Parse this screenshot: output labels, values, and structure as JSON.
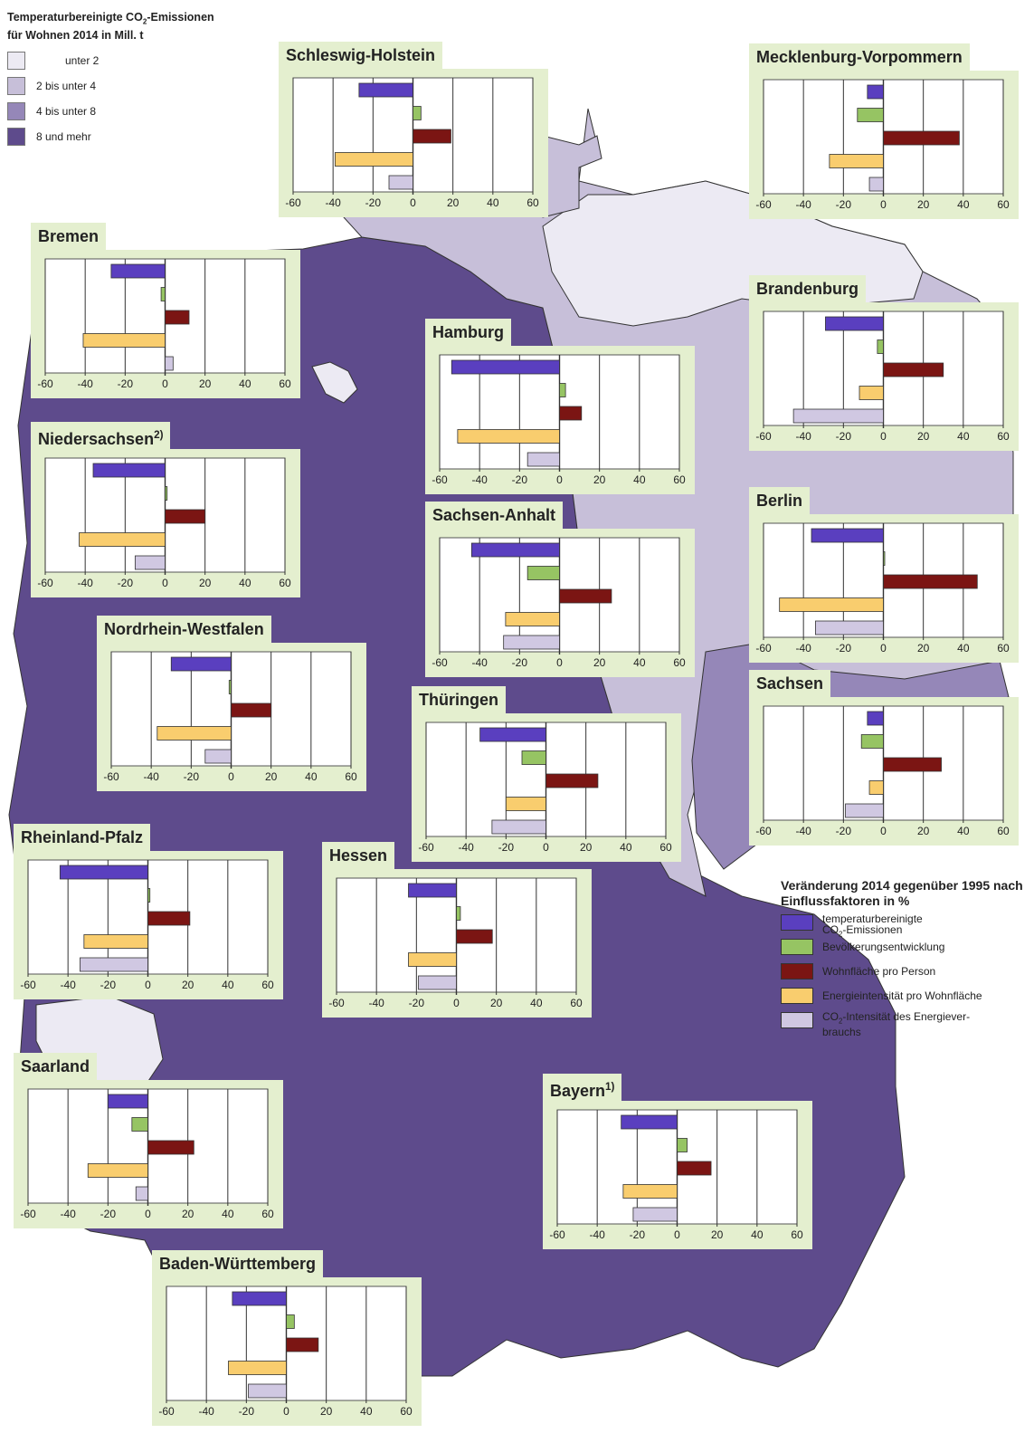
{
  "legend_emissions": {
    "title_line1": "Temperaturbereinigte CO",
    "title_sub": "2",
    "title_line1_end": "-Emissionen",
    "title_line2": "für Wohnen 2014 in Mill. t",
    "classes": [
      {
        "label": "unter 2",
        "color": "#eceaf3"
      },
      {
        "label": "2 bis unter 4",
        "color": "#c7bfd9"
      },
      {
        "label": "4 bis unter 8",
        "color": "#9587b8"
      },
      {
        "label": "8 und mehr",
        "color": "#5e4b8c"
      }
    ]
  },
  "legend_factors": {
    "title": "Veränderung 2014 gegenüber 1995 nach Einflussfaktoren in %",
    "items": [
      {
        "label": "temperaturbereinigte",
        "label2": "CO",
        "sub": "2",
        "label2_end": "-Emissionen",
        "color": "#5a3fbf"
      },
      {
        "label": "Bevölkerungsentwicklung",
        "color": "#96c463"
      },
      {
        "label": "Wohnfläche pro Person",
        "color": "#7b1513"
      },
      {
        "label": "Energieintensität pro Wohnfläche",
        "color": "#f9cd6e"
      },
      {
        "label": "CO",
        "sub": "2",
        "label_end": "-Intensität des Energiever-",
        "label2": "brauchs",
        "color": "#d0c8e2"
      }
    ]
  },
  "chart_data": [
    {
      "type": "bar",
      "title": "Schleswig-Holstein",
      "xlim": [
        -60,
        60
      ],
      "ticks": [
        "-60",
        "-40",
        "-20",
        "0",
        "20",
        "40",
        "60"
      ],
      "series": [
        {
          "name": "temperaturbereinigte CO2-Emissionen",
          "value": -27
        },
        {
          "name": "Bevölkerungsentwicklung",
          "value": 4
        },
        {
          "name": "Wohnfläche pro Person",
          "value": 19
        },
        {
          "name": "Energieintensität pro Wohnfläche",
          "value": -39
        },
        {
          "name": "CO2-Intensität des Energieverbrauchs",
          "value": -12
        }
      ]
    },
    {
      "type": "bar",
      "title": "Mecklenburg-Vorpommern",
      "xlim": [
        -60,
        60
      ],
      "ticks": [
        "-60",
        "-40",
        "-20",
        "0",
        "20",
        "40",
        "60"
      ],
      "series": [
        {
          "name": "temperaturbereinigte CO2-Emissionen",
          "value": -8
        },
        {
          "name": "Bevölkerungsentwicklung",
          "value": -13
        },
        {
          "name": "Wohnfläche pro Person",
          "value": 38
        },
        {
          "name": "Energieintensität pro Wohnfläche",
          "value": -27
        },
        {
          "name": "CO2-Intensität des Energieverbrauchs",
          "value": -7
        }
      ]
    },
    {
      "type": "bar",
      "title": "Bremen",
      "xlim": [
        -60,
        60
      ],
      "ticks": [
        "-60",
        "-40",
        "-20",
        "0",
        "20",
        "40",
        "60"
      ],
      "series": [
        {
          "name": "temperaturbereinigte CO2-Emissionen",
          "value": -27
        },
        {
          "name": "Bevölkerungsentwicklung",
          "value": -2
        },
        {
          "name": "Wohnfläche pro Person",
          "value": 12
        },
        {
          "name": "Energieintensität pro Wohnfläche",
          "value": -41
        },
        {
          "name": "CO2-Intensität des Energieverbrauchs",
          "value": 4
        }
      ]
    },
    {
      "type": "bar",
      "title": "Brandenburg",
      "xlim": [
        -60,
        60
      ],
      "ticks": [
        "-60",
        "-40",
        "-20",
        "0",
        "20",
        "40",
        "60"
      ],
      "series": [
        {
          "name": "temperaturbereinigte CO2-Emissionen",
          "value": -29
        },
        {
          "name": "Bevölkerungsentwicklung",
          "value": -3
        },
        {
          "name": "Wohnfläche pro Person",
          "value": 30
        },
        {
          "name": "Energieintensität pro Wohnfläche",
          "value": -12
        },
        {
          "name": "CO2-Intensität des Energieverbrauchs",
          "value": -45
        }
      ]
    },
    {
      "type": "bar",
      "title": "Hamburg",
      "xlim": [
        -60,
        60
      ],
      "ticks": [
        "-60",
        "-40",
        "-20",
        "0",
        "20",
        "40",
        "60"
      ],
      "series": [
        {
          "name": "temperaturbereinigte CO2-Emissionen",
          "value": -54
        },
        {
          "name": "Bevölkerungsentwicklung",
          "value": 3
        },
        {
          "name": "Wohnfläche pro Person",
          "value": 11
        },
        {
          "name": "Energieintensität pro Wohnfläche",
          "value": -51
        },
        {
          "name": "CO2-Intensität des Energieverbrauchs",
          "value": -16
        }
      ]
    },
    {
      "type": "bar",
      "title": "Niedersachsen",
      "title_sup": "2)",
      "xlim": [
        -60,
        60
      ],
      "ticks": [
        "-60",
        "-40",
        "-20",
        "0",
        "20",
        "40",
        "60"
      ],
      "series": [
        {
          "name": "temperaturbereinigte CO2-Emissionen",
          "value": -36
        },
        {
          "name": "Bevölkerungsentwicklung",
          "value": 1
        },
        {
          "name": "Wohnfläche pro Person",
          "value": 20
        },
        {
          "name": "Energieintensität pro Wohnfläche",
          "value": -43
        },
        {
          "name": "CO2-Intensität des Energieverbrauchs",
          "value": -15
        }
      ]
    },
    {
      "type": "bar",
      "title": "Sachsen-Anhalt",
      "xlim": [
        -60,
        60
      ],
      "ticks": [
        "-60",
        "-40",
        "-20",
        "0",
        "20",
        "40",
        "60"
      ],
      "series": [
        {
          "name": "temperaturbereinigte CO2-Emissionen",
          "value": -44
        },
        {
          "name": "Bevölkerungsentwicklung",
          "value": -16
        },
        {
          "name": "Wohnfläche pro Person",
          "value": 26
        },
        {
          "name": "Energieintensität pro Wohnfläche",
          "value": -27
        },
        {
          "name": "CO2-Intensität des Energieverbrauchs",
          "value": -28
        }
      ]
    },
    {
      "type": "bar",
      "title": "Berlin",
      "xlim": [
        -60,
        60
      ],
      "ticks": [
        "-60",
        "-40",
        "-20",
        "0",
        "20",
        "40",
        "60"
      ],
      "series": [
        {
          "name": "temperaturbereinigte CO2-Emissionen",
          "value": -36
        },
        {
          "name": "Bevölkerungsentwicklung",
          "value": 0
        },
        {
          "name": "Wohnfläche pro Person",
          "value": 47
        },
        {
          "name": "Energieintensität pro Wohnfläche",
          "value": -52
        },
        {
          "name": "CO2-Intensität des Energieverbrauchs",
          "value": -34
        }
      ]
    },
    {
      "type": "bar",
      "title": "Nordrhein-Westfalen",
      "xlim": [
        -60,
        60
      ],
      "ticks": [
        "-60",
        "-40",
        "-20",
        "0",
        "20",
        "40",
        "60"
      ],
      "series": [
        {
          "name": "temperaturbereinigte CO2-Emissionen",
          "value": -30
        },
        {
          "name": "Bevölkerungsentwicklung",
          "value": -1
        },
        {
          "name": "Wohnfläche pro Person",
          "value": 20
        },
        {
          "name": "Energieintensität pro Wohnfläche",
          "value": -37
        },
        {
          "name": "CO2-Intensität des Energieverbrauchs",
          "value": -13
        }
      ]
    },
    {
      "type": "bar",
      "title": "Thüringen",
      "xlim": [
        -60,
        60
      ],
      "ticks": [
        "-60",
        "-40",
        "-20",
        "0",
        "20",
        "40",
        "60"
      ],
      "series": [
        {
          "name": "temperaturbereinigte CO2-Emissionen",
          "value": -33
        },
        {
          "name": "Bevölkerungsentwicklung",
          "value": -12
        },
        {
          "name": "Wohnfläche pro Person",
          "value": 26
        },
        {
          "name": "Energieintensität pro Wohnfläche",
          "value": -20
        },
        {
          "name": "CO2-Intensität des Energieverbrauchs",
          "value": -27
        }
      ]
    },
    {
      "type": "bar",
      "title": "Sachsen",
      "xlim": [
        -60,
        60
      ],
      "ticks": [
        "-60",
        "-40",
        "-20",
        "0",
        "20",
        "40",
        "60"
      ],
      "series": [
        {
          "name": "temperaturbereinigte CO2-Emissionen",
          "value": -8
        },
        {
          "name": "Bevölkerungsentwicklung",
          "value": -11
        },
        {
          "name": "Wohnfläche pro Person",
          "value": 29
        },
        {
          "name": "Energieintensität pro Wohnfläche",
          "value": -7
        },
        {
          "name": "CO2-Intensität des Energieverbrauchs",
          "value": -19
        }
      ]
    },
    {
      "type": "bar",
      "title": "Rheinland-Pfalz",
      "xlim": [
        -60,
        60
      ],
      "ticks": [
        "-60",
        "-40",
        "-20",
        "0",
        "20",
        "40",
        "60"
      ],
      "series": [
        {
          "name": "temperaturbereinigte CO2-Emissionen",
          "value": -44
        },
        {
          "name": "Bevölkerungsentwicklung",
          "value": 1
        },
        {
          "name": "Wohnfläche pro Person",
          "value": 21
        },
        {
          "name": "Energieintensität pro Wohnfläche",
          "value": -32
        },
        {
          "name": "CO2-Intensität des Energieverbrauchs",
          "value": -34
        }
      ]
    },
    {
      "type": "bar",
      "title": "Hessen",
      "xlim": [
        -60,
        60
      ],
      "ticks": [
        "-60",
        "-40",
        "-20",
        "0",
        "20",
        "40",
        "60"
      ],
      "series": [
        {
          "name": "temperaturbereinigte CO2-Emissionen",
          "value": -24
        },
        {
          "name": "Bevölkerungsentwicklung",
          "value": 2
        },
        {
          "name": "Wohnfläche pro Person",
          "value": 18
        },
        {
          "name": "Energieintensität pro Wohnfläche",
          "value": -24
        },
        {
          "name": "CO2-Intensität des Energieverbrauchs",
          "value": -19
        }
      ]
    },
    {
      "type": "bar",
      "title": "Saarland",
      "xlim": [
        -60,
        60
      ],
      "ticks": [
        "-60",
        "-40",
        "-20",
        "0",
        "20",
        "40",
        "60"
      ],
      "series": [
        {
          "name": "temperaturbereinigte CO2-Emissionen",
          "value": -20
        },
        {
          "name": "Bevölkerungsentwicklung",
          "value": -8
        },
        {
          "name": "Wohnfläche pro Person",
          "value": 23
        },
        {
          "name": "Energieintensität pro Wohnfläche",
          "value": -30
        },
        {
          "name": "CO2-Intensität des Energieverbrauchs",
          "value": -6
        }
      ]
    },
    {
      "type": "bar",
      "title": "Bayern",
      "title_sup": "1)",
      "xlim": [
        -60,
        60
      ],
      "ticks": [
        "-60",
        "-40",
        "-20",
        "0",
        "20",
        "40",
        "60"
      ],
      "series": [
        {
          "name": "temperaturbereinigte CO2-Emissionen",
          "value": -28
        },
        {
          "name": "Bevölkerungsentwicklung",
          "value": 5
        },
        {
          "name": "Wohnfläche pro Person",
          "value": 17
        },
        {
          "name": "Energieintensität pro Wohnfläche",
          "value": -27
        },
        {
          "name": "CO2-Intensität des Energieverbrauchs",
          "value": -22
        }
      ]
    },
    {
      "type": "bar",
      "title": "Baden-Württemberg",
      "xlim": [
        -60,
        60
      ],
      "ticks": [
        "-60",
        "-40",
        "-20",
        "0",
        "20",
        "40",
        "60"
      ],
      "series": [
        {
          "name": "temperaturbereinigte CO2-Emissionen",
          "value": -27
        },
        {
          "name": "Bevölkerungsentwicklung",
          "value": 4
        },
        {
          "name": "Wohnfläche pro Person",
          "value": 16
        },
        {
          "name": "Energieintensität pro Wohnfläche",
          "value": -29
        },
        {
          "name": "CO2-Intensität des Energieverbrauchs",
          "value": -19
        }
      ]
    }
  ]
}
